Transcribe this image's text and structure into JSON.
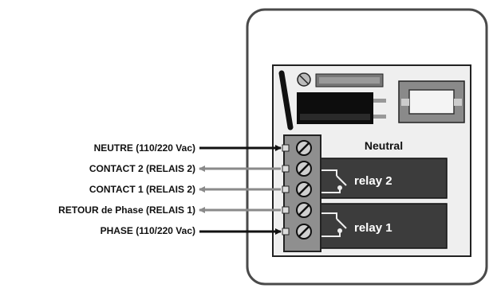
{
  "wiring_labels": [
    {
      "text": "NEUTRE  (110/220 Vac)",
      "direction": "in"
    },
    {
      "text": "CONTACT 2  (RELAIS 2)",
      "direction": "out"
    },
    {
      "text": "CONTACT 1  (RELAIS 2)",
      "direction": "out"
    },
    {
      "text": "RETOUR de Phase (RELAIS 1)",
      "direction": "out"
    },
    {
      "text": "PHASE  (110/220 Vac)",
      "direction": "in"
    }
  ],
  "board": {
    "neutral_label": "Neutral",
    "relay2_label": "relay 2",
    "relay1_label": "relay 1"
  },
  "colors": {
    "wire_dark": "#111111",
    "wire_gray": "#8a8a8a",
    "relay_body": "#3c3c3c",
    "terminal_block": "#8f8f8f",
    "board_fill": "#efefef"
  }
}
